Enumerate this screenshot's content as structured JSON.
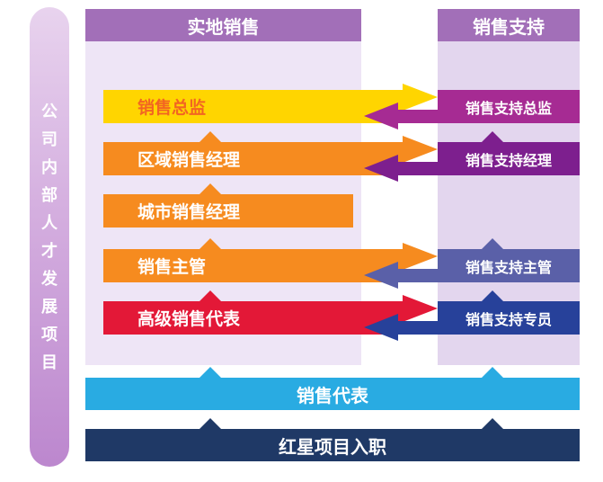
{
  "program": {
    "vertical_title": "公司内部人才发展项目"
  },
  "tracks": {
    "field_sales": {
      "header": "实地销售"
    },
    "sales_support": {
      "header": "销售支持"
    }
  },
  "levels": [
    {
      "field": "销售总监",
      "support": "销售支持总监"
    },
    {
      "field": "区域销售经理",
      "support": "销售支持经理"
    },
    {
      "field": "城市销售经理",
      "support": ""
    },
    {
      "field": "销售主管",
      "support": "销售支持主管"
    },
    {
      "field": "高级销售代表",
      "support": "销售支持专员"
    }
  ],
  "base_levels": [
    {
      "label": "销售代表"
    },
    {
      "label": "红星项目入职"
    }
  ],
  "colors": {
    "header_purple": "#A26FB8",
    "column_bg_left": "#EEE5F6",
    "column_bg_right": "#E3D6EE",
    "banner_gradient_top": "#E8D3EE",
    "banner_gradient_bottom": "#BC87CE",
    "director_yellow": "#FFD500",
    "director_text_orange": "#F26522",
    "manager_orange": "#F68B1F",
    "senior_rep_red": "#E31837",
    "support_director_magenta": "#A62B93",
    "support_manager_purple": "#7D1F8E",
    "support_supervisor_slate": "#5A60A8",
    "support_specialist_blue": "#27419A",
    "sales_rep_lightblue": "#29ABE2",
    "onboarding_navy": "#1F3966"
  }
}
